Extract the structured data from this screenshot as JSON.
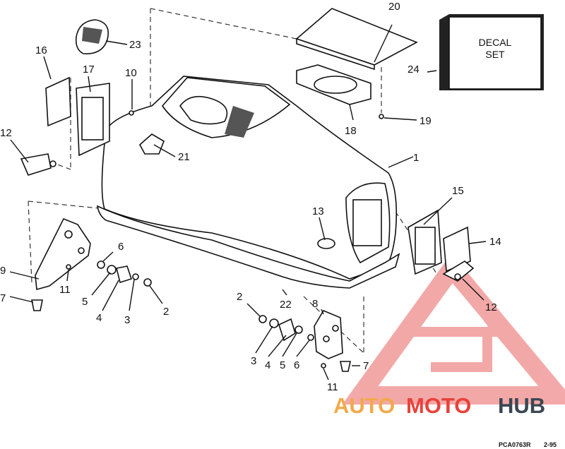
{
  "callouts": {
    "c1": "1",
    "c2a": "2",
    "c2b": "2",
    "c3a": "3",
    "c3b": "3",
    "c4a": "4",
    "c4b": "4",
    "c5a": "5",
    "c5b": "5",
    "c6a": "6",
    "c6b": "6",
    "c7a": "7",
    "c7b": "7",
    "c8": "8",
    "c9": "9",
    "c10": "10",
    "c11a": "11",
    "c11b": "11",
    "c12a": "12",
    "c12b": "12",
    "c13": "13",
    "c14": "14",
    "c15": "15",
    "c16": "16",
    "c17": "17",
    "c18": "18",
    "c19": "19",
    "c20": "20",
    "c21": "21",
    "c22": "22",
    "c23": "23",
    "c24": "24"
  },
  "decal_box": {
    "line1": "DECAL",
    "line2": "SET"
  },
  "reference": {
    "code": "PCA0763R",
    "date": "2-95"
  },
  "watermark": {
    "part1": "AUTO",
    "part2": "MOTO",
    "part3": "HUB",
    "color_orange": "#f2a94a",
    "color_red": "#e8423a",
    "color_gray": "#3a4752"
  }
}
